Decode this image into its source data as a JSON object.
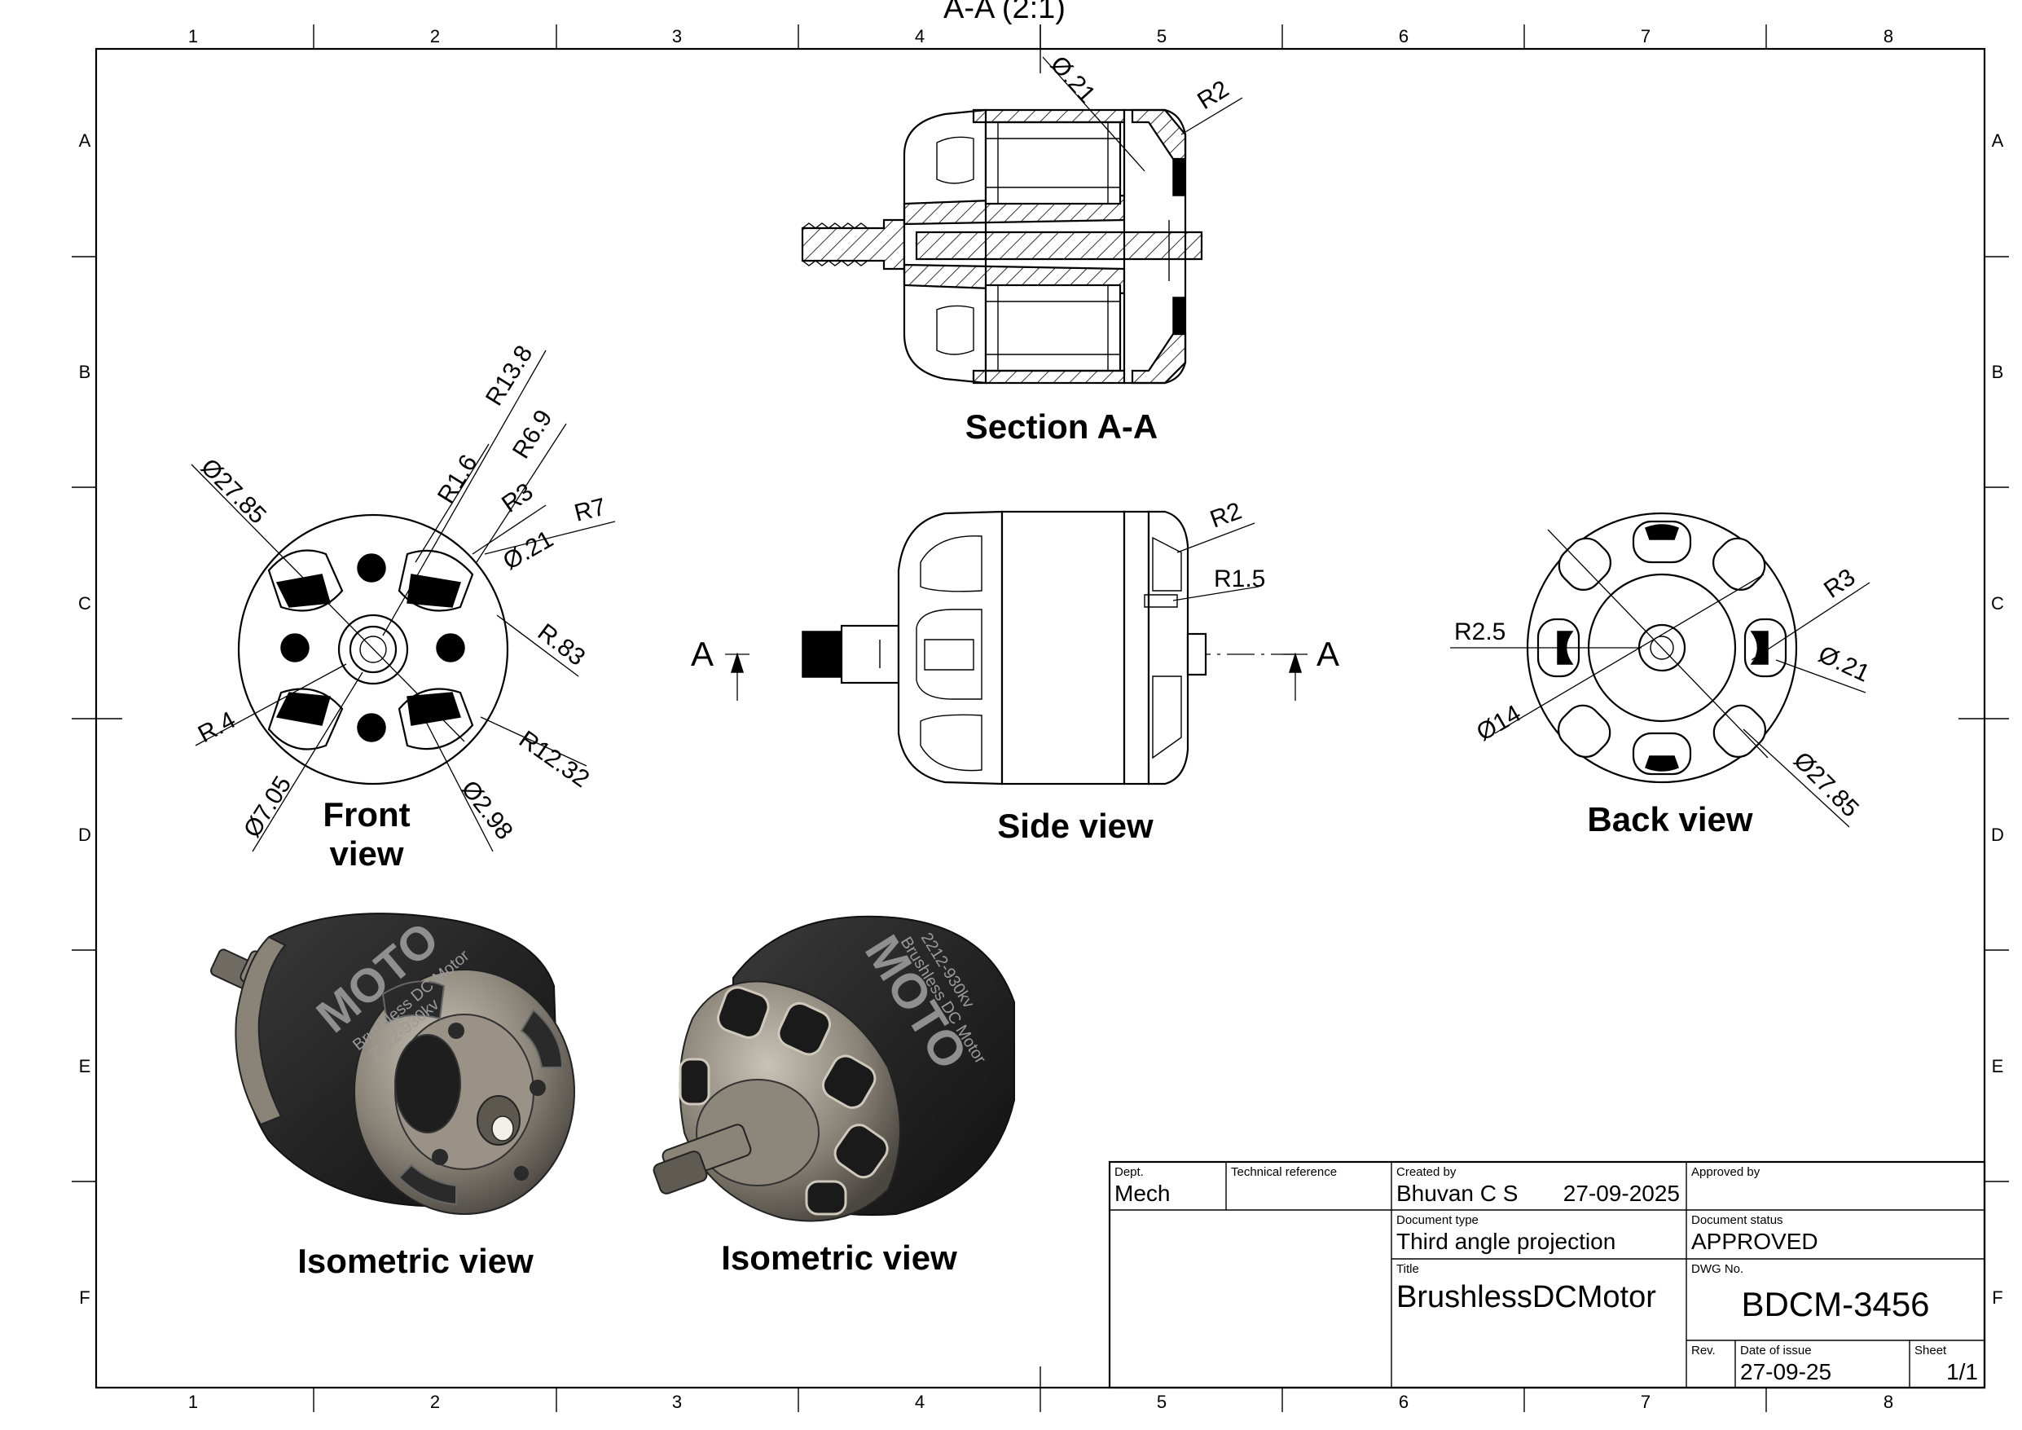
{
  "drawing": {
    "top_label": "A-A (2:1)",
    "grid_columns": [
      "1",
      "2",
      "3",
      "4",
      "5",
      "6",
      "7",
      "8"
    ],
    "grid_rows": [
      "A",
      "B",
      "C",
      "D",
      "E",
      "F"
    ],
    "views": {
      "section": "Section A-A",
      "front_line1": "Front",
      "front_line2": "view",
      "side": "Side view",
      "back": "Back view",
      "iso_left": "Isometric view",
      "iso_right": "Isometric view"
    },
    "section_markers": {
      "left": "A",
      "right": "A"
    },
    "dims_section": {
      "d1": "Ø.21",
      "d2": "R2"
    },
    "dims_front": {
      "d1": "Ø27.85",
      "d2": "R13.8",
      "d3": "R1.6",
      "d4": "R6.9",
      "d5": "R3",
      "d6": "R7",
      "d7": "Ø.21",
      "d8": "R.83",
      "d9": "R12.32",
      "d10": "Ø2.98",
      "d11": "Ø7.05",
      "d12": "R.4"
    },
    "dims_side": {
      "d1": "R2",
      "d2": "R1.5"
    },
    "dims_back": {
      "d1": "R2.5",
      "d2": "R3",
      "d3": "Ø.21",
      "d4": "Ø14",
      "d5": "Ø27.85"
    },
    "iso_text": {
      "brand": "MOTO",
      "line1": "Brushless DC Motor",
      "line2": "2212-930kv"
    }
  },
  "title_block": {
    "dept_label": "Dept.",
    "dept": "Mech",
    "tech_ref_label": "Technical reference",
    "created_by_label": "Created by",
    "created_by": "Bhuvan C S",
    "created_date": "27-09-2025",
    "approved_by_label": "Approved by",
    "doc_type_label": "Document type",
    "doc_type": "Third angle projection",
    "doc_status_label": "Document status",
    "doc_status": "APPROVED",
    "title_label": "Title",
    "title": "BrushlessDCMotor",
    "dwg_no_label": "DWG No.",
    "dwg_no": "BDCM-3456",
    "rev_label": "Rev.",
    "date_issue_label": "Date of issue",
    "date_issue": "27-09-25",
    "sheet_label": "Sheet",
    "sheet": "1/1"
  },
  "colors": {
    "ink": "#000000",
    "paper": "#ffffff",
    "render_dark": "#2b2b2b",
    "render_metal": "#8a8378"
  }
}
